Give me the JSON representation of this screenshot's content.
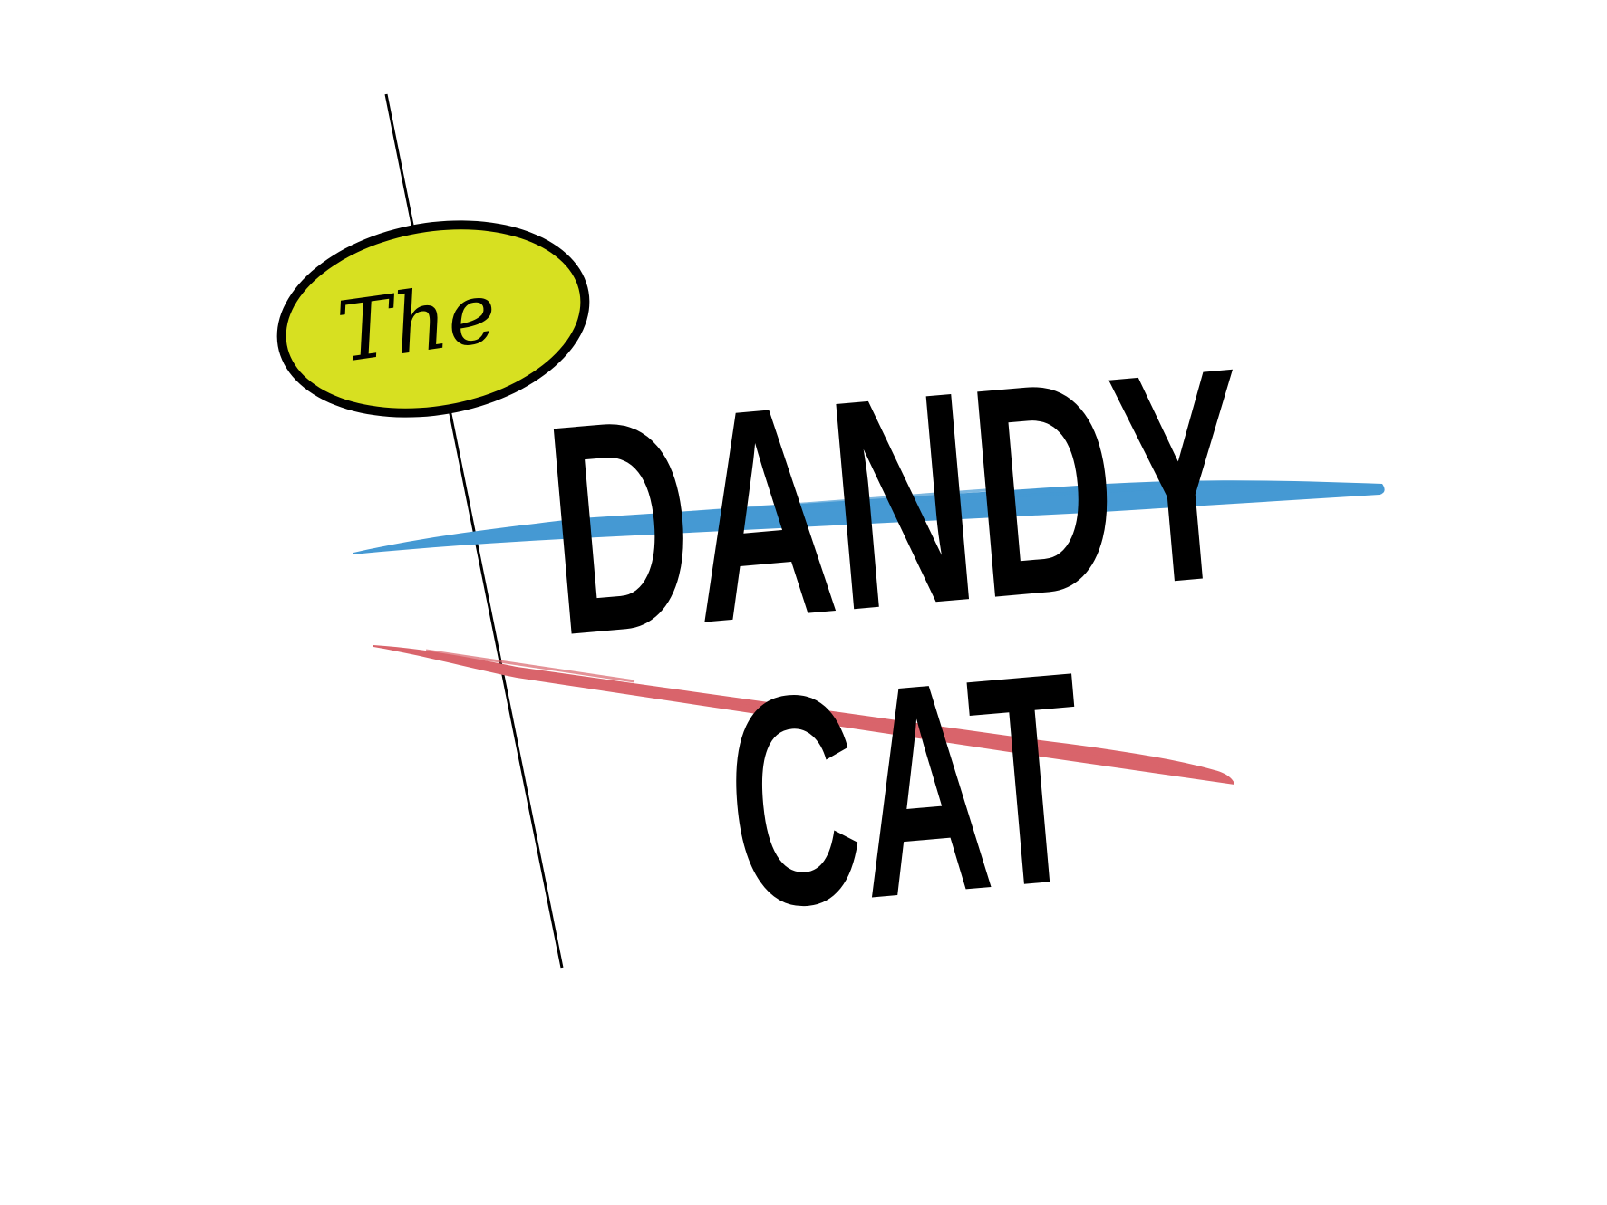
{
  "logo": {
    "badge_text": "The",
    "word_line_1": "DANDY",
    "word_line_2": "CAT",
    "colors": {
      "badge_fill": "#d7e021",
      "outline": "#000000",
      "stroke_blue": "#4599d3",
      "stroke_red": "#d9646b",
      "background": "#ffffff"
    }
  }
}
